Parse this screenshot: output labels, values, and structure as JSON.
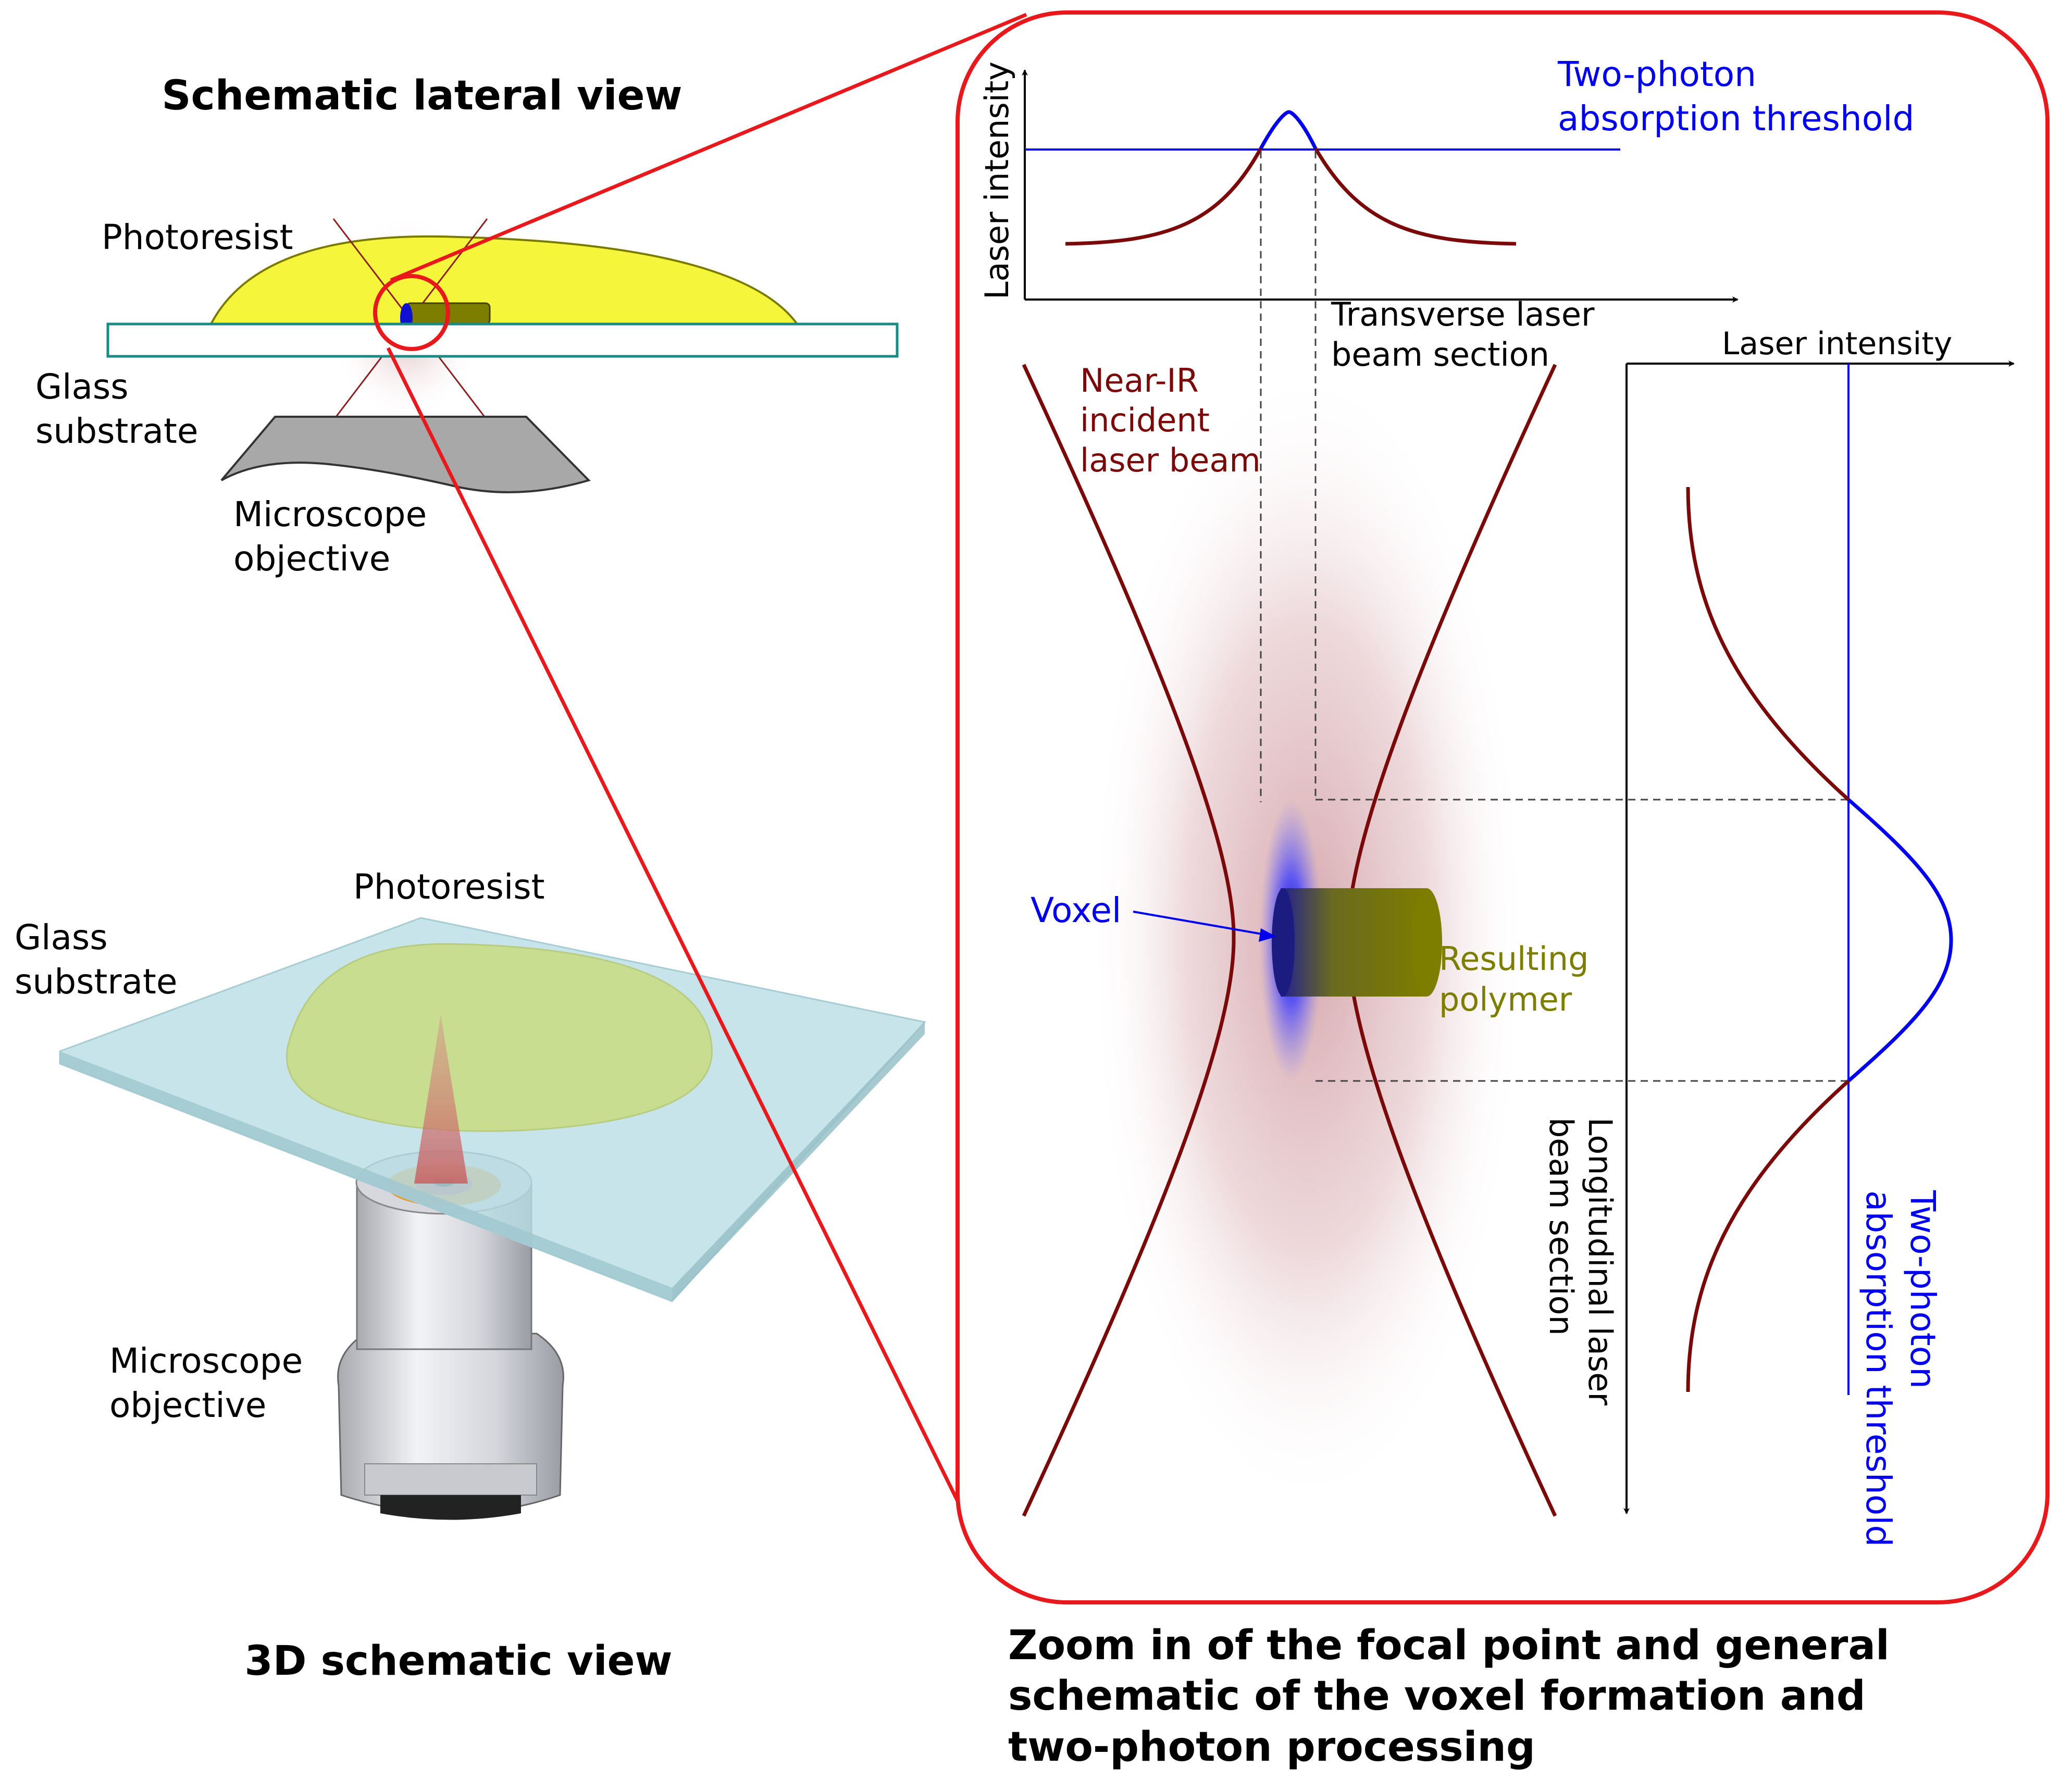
{
  "lateral": {
    "title": "Schematic lateral view",
    "photoresist": "Photoresist",
    "glass_line1": "Glass",
    "glass_line2": "substrate",
    "objective_line1": "Microscope",
    "objective_line2": "objective"
  },
  "three_d": {
    "title": "3D schematic view",
    "photoresist": "Photoresist",
    "glass_line1": "Glass",
    "glass_line2": "substrate",
    "objective_line1": "Microscope",
    "objective_line2": "objective"
  },
  "zoom": {
    "caption_line1": "Zoom in of the focal point and general",
    "caption_line2": "schematic of the voxel formation and",
    "caption_line3": "two-photon processing",
    "top_plot_ylabel": "Laser intensity",
    "top_threshold_line1": "Two-photon",
    "top_threshold_line2": "absorption threshold",
    "transverse_line1": "Transverse laser",
    "transverse_line2": "beam section",
    "beam_line1": "Near-IR",
    "beam_line2": "incident",
    "beam_line3": "laser beam",
    "voxel": "Voxel",
    "polymer_line1": "Resulting",
    "polymer_line2": "polymer",
    "right_plot_xlabel": "Laser intensity",
    "longitudinal_line1": "Longitudinal laser",
    "longitudinal_line2": "beam section",
    "right_threshold_line1": "Two-photon",
    "right_threshold_line2": "absorption threshold"
  },
  "colors": {
    "zoom_frame": "#e8191c",
    "beam": "#7a0a0a",
    "threshold": "#0000ee",
    "photoresist": "#f5f53c",
    "polymer": "#7d7d00",
    "glass_edge": "#1a8a84",
    "text": "#000000"
  }
}
